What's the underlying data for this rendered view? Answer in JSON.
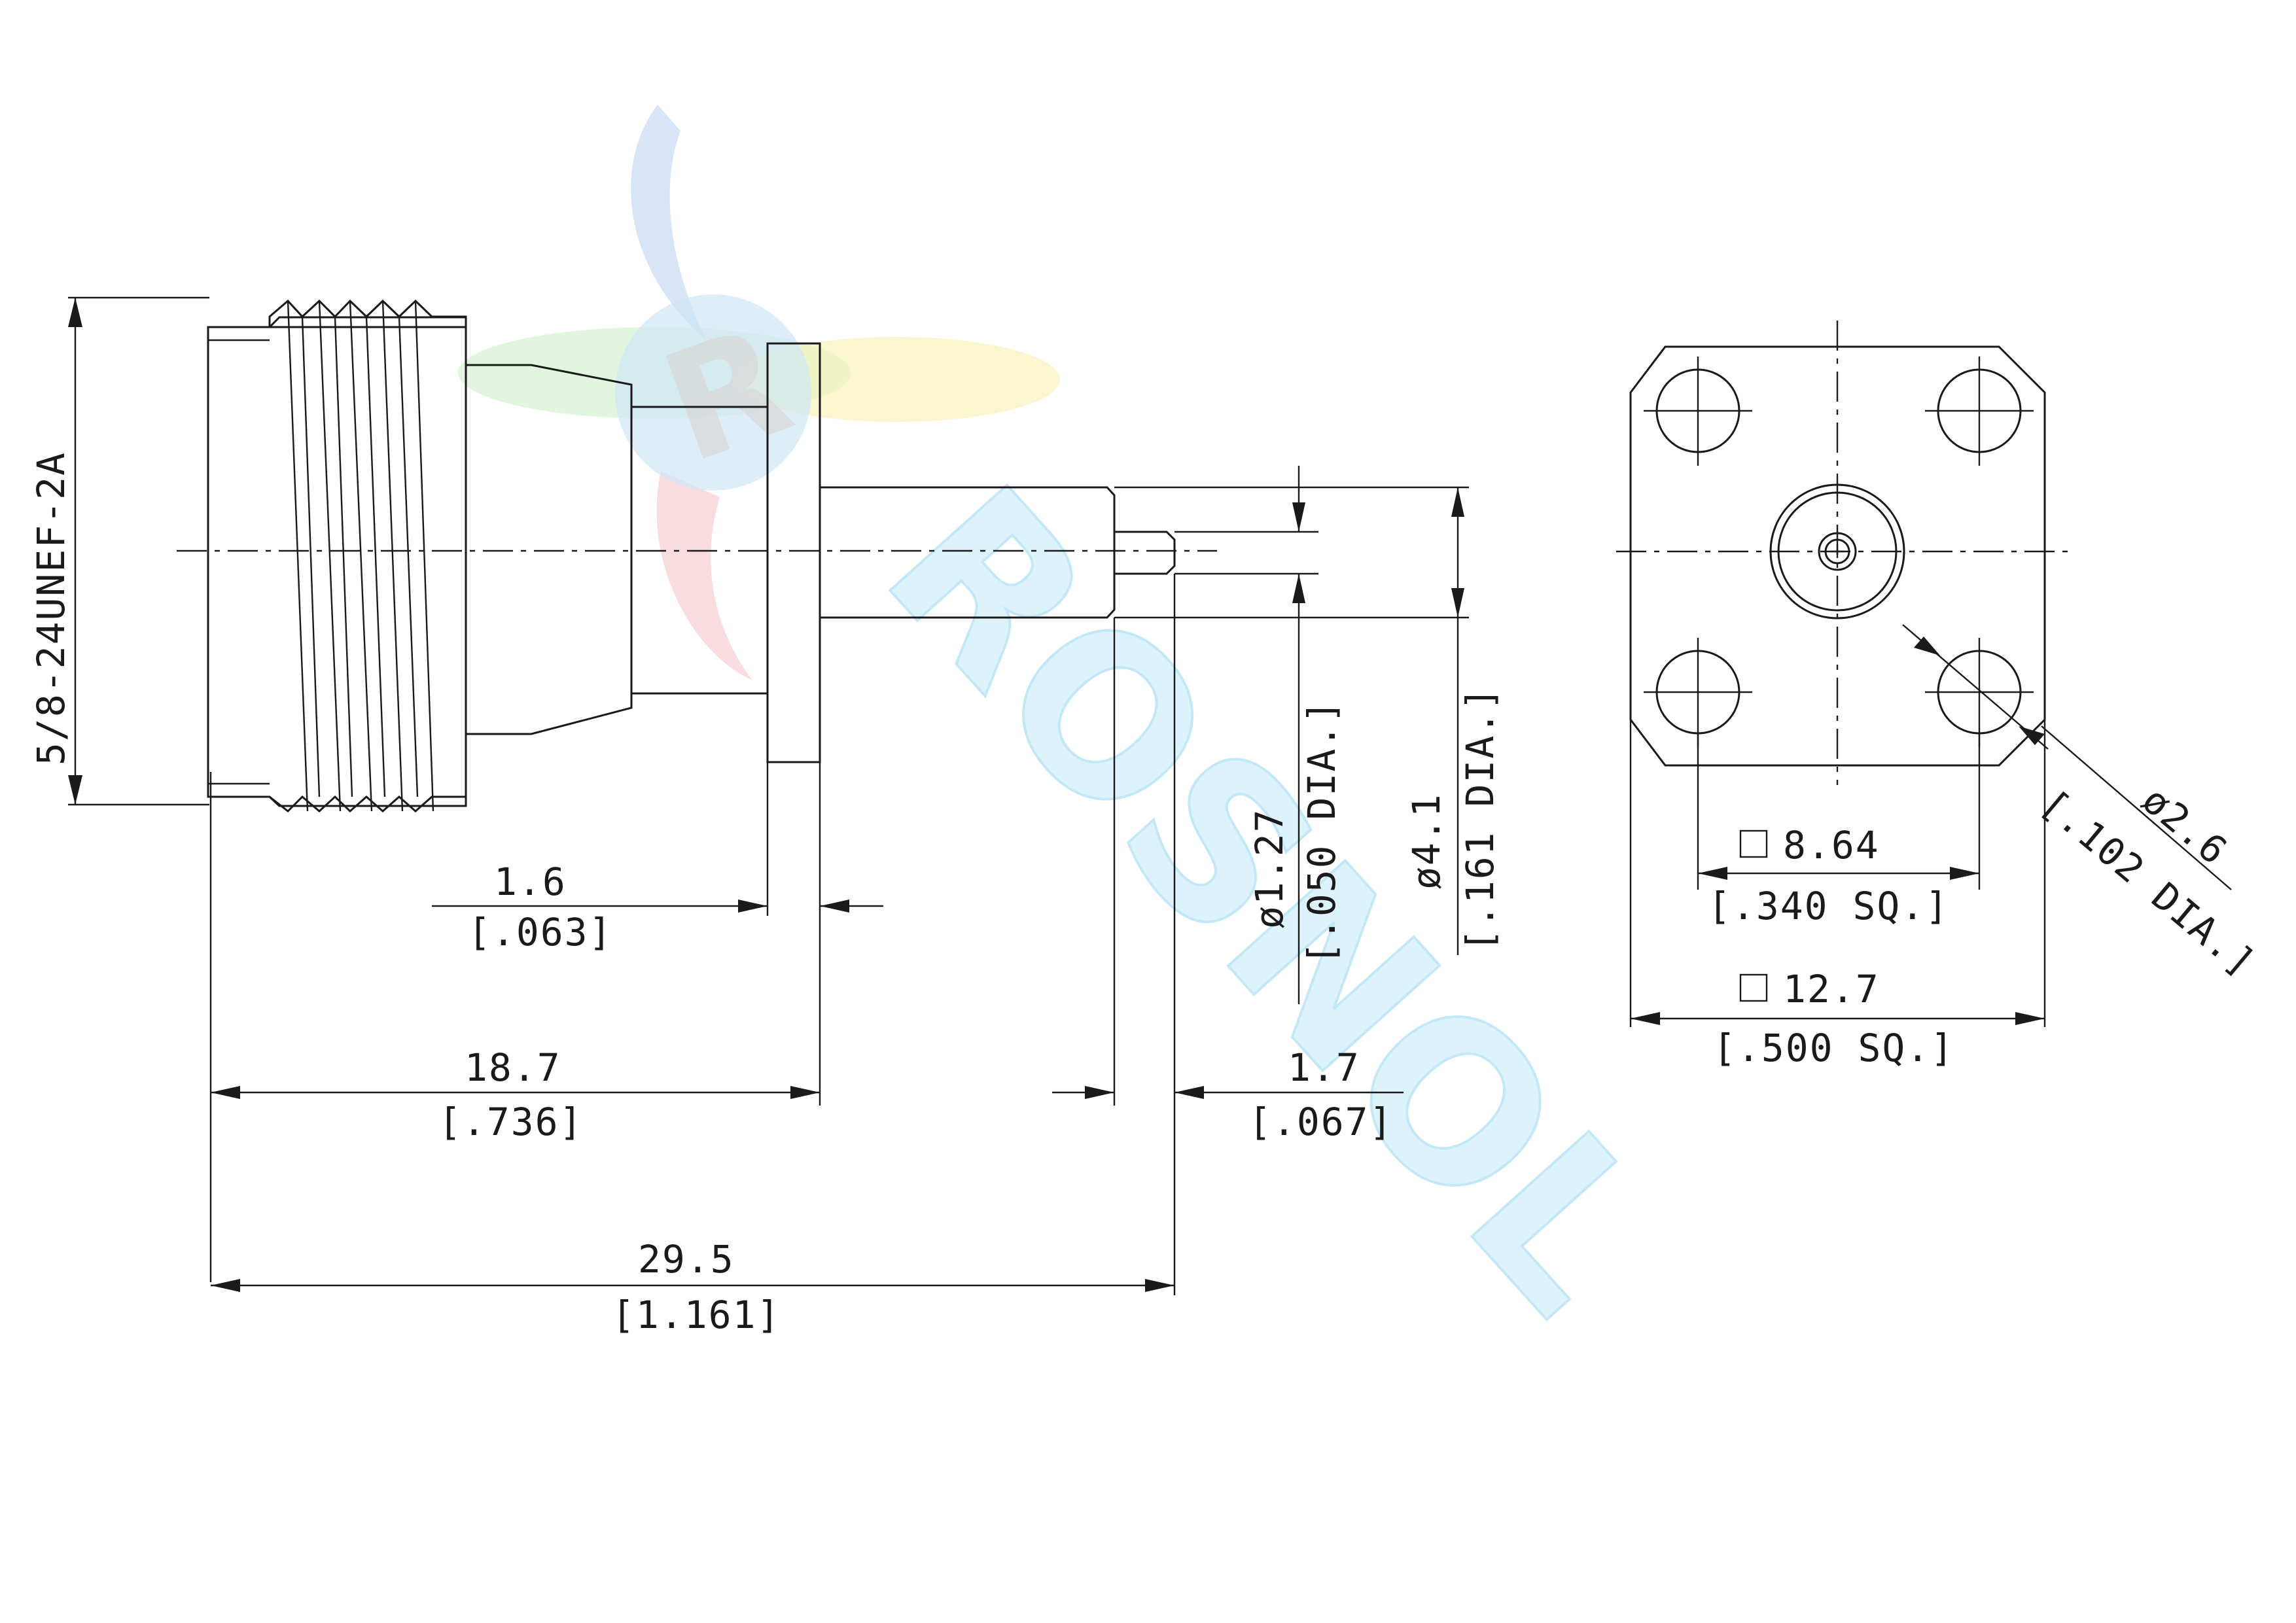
{
  "drawing": {
    "thread_spec": "5/8-24UNEF-2A",
    "dimensions": {
      "flange_thickness": {
        "mm": "1.6",
        "inch": "[.063]"
      },
      "body_length": {
        "mm": "18.7",
        "inch": "[.736]"
      },
      "pin_protrusion": {
        "mm": "1.7",
        "inch": "[.067]"
      },
      "overall_length": {
        "mm": "29.5",
        "inch": "[1.161]"
      },
      "pin_diameter": {
        "mm": "ø1.27",
        "inch": "[.050 DIA.]"
      },
      "dielectric_diameter": {
        "mm": "ø4.1",
        "inch": "[.161 DIA.]"
      },
      "hole_spacing": {
        "mm": "8.64",
        "inch": "[.340 SQ.]"
      },
      "flange_size": {
        "mm": "12.7",
        "inch": "[.500 SQ.]"
      },
      "hole_diameter": {
        "mm": "ø2.6",
        "inch": "[.102 DIA.]"
      }
    },
    "watermark": {
      "text": "ROSNOL",
      "logo_letter": "R",
      "colors": {
        "blue": "#bcd3f0",
        "green": "#c9ecc4",
        "yellow": "#f7f1b5",
        "red": "#f5c9cf",
        "cyan": "#d6f1fb"
      }
    }
  }
}
